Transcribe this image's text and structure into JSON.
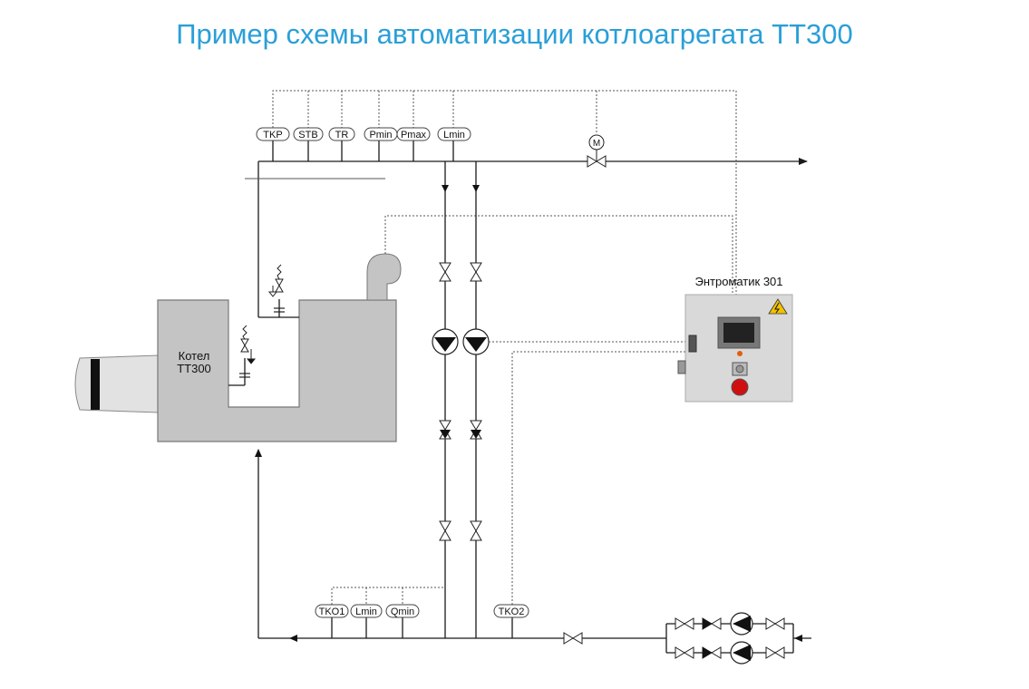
{
  "title": "Пример схемы автоматизации котлоагрегата ТТ300",
  "boiler": {
    "line1": "Котел",
    "line2": "ТТ300"
  },
  "controller": {
    "name": "Энтроматик 301"
  },
  "top_sensors": [
    "TKP",
    "STB",
    "TR",
    "Pmin",
    "Pmax",
    "Lmin"
  ],
  "bottom_sensors": [
    "TKO1",
    "Lmin",
    "Qmin",
    "TKO2"
  ],
  "motor_label": "M",
  "colors": {
    "title": "#2a9fd8",
    "boiler": "#c4c4c4",
    "controller": "#d9d9d9",
    "warning": "#f2c200",
    "stop_button": "#d01010"
  }
}
